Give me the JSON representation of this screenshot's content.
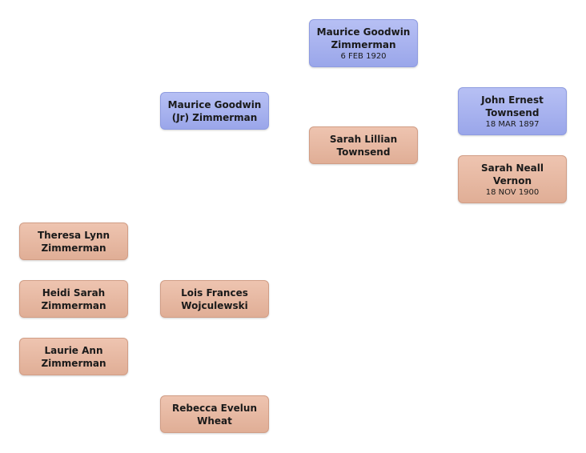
{
  "people": {
    "maurice_sr": {
      "name": "Maurice Goodwin\nZimmerman",
      "date": "6 FEB 1920",
      "sex": "male"
    },
    "maurice_jr": {
      "name": "Maurice Goodwin\n(Jr)  Zimmerman",
      "sex": "male"
    },
    "sarah_lillian": {
      "name": "Sarah Lillian\nTownsend",
      "sex": "female"
    },
    "john_ernest": {
      "name": "John Ernest\nTownsend",
      "date": "18 MAR 1897",
      "sex": "male"
    },
    "sarah_neall": {
      "name": "Sarah Neall\nVernon",
      "date": "18 NOV 1900",
      "sex": "female"
    },
    "theresa": {
      "name": "Theresa Lynn\nZimmerman",
      "sex": "female"
    },
    "heidi": {
      "name": "Heidi Sarah\nZimmerman",
      "sex": "female"
    },
    "laurie": {
      "name": "Laurie Ann\nZimmerman",
      "sex": "female"
    },
    "lois": {
      "name": "Lois Frances\nWojculewski",
      "sex": "female"
    },
    "rebecca": {
      "name": "Rebecca Evelun\nWheat",
      "sex": "female"
    }
  },
  "colors": {
    "male": "#a9b3f0",
    "female": "#e6b7a0"
  }
}
